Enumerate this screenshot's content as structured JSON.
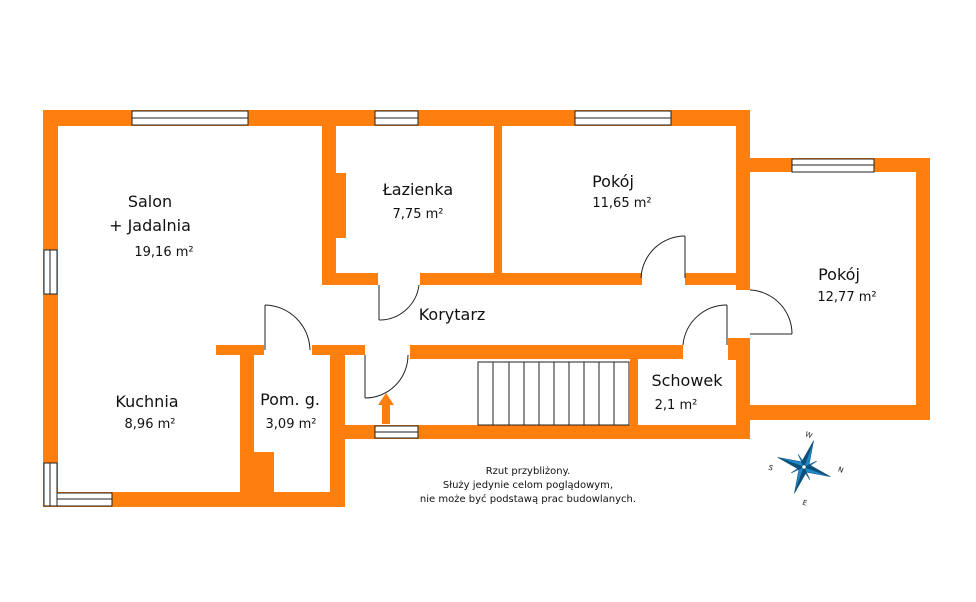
{
  "colors": {
    "wall": "#FF7F0E",
    "window_frame": "#222222",
    "window_fill": "#ffffff",
    "door_line": "#222222",
    "arrow": "#FF7F0E",
    "compass_blue": "#1E88C8",
    "compass_dark": "#0D4F7A"
  },
  "rooms": [
    {
      "id": "salon",
      "name_line1": "Salon",
      "name_line2": "+ Jadalnia",
      "area": "19,16 m²"
    },
    {
      "id": "lazienka",
      "name": "Łazienka",
      "area": "7,75 m²"
    },
    {
      "id": "pokoj1",
      "name": "Pokój",
      "area": "11,65 m²"
    },
    {
      "id": "pokoj2",
      "name": "Pokój",
      "area": "12,77 m²"
    },
    {
      "id": "korytarz",
      "name": "Korytarz"
    },
    {
      "id": "kuchnia",
      "name": "Kuchnia",
      "area": "8,96 m²"
    },
    {
      "id": "pom",
      "name": "Pom. g.",
      "area": "3,09 m²"
    },
    {
      "id": "schowek",
      "name": "Schowek",
      "area": "2,1 m²"
    }
  ],
  "disclaimer": {
    "line1": "Rzut przybliżony.",
    "line2": "Służy jedynie celom poglądowym,",
    "line3": "nie może być podstawą prac budowlanych."
  },
  "compass": {
    "north": "N",
    "south": "S",
    "east": "E",
    "west": "W"
  }
}
